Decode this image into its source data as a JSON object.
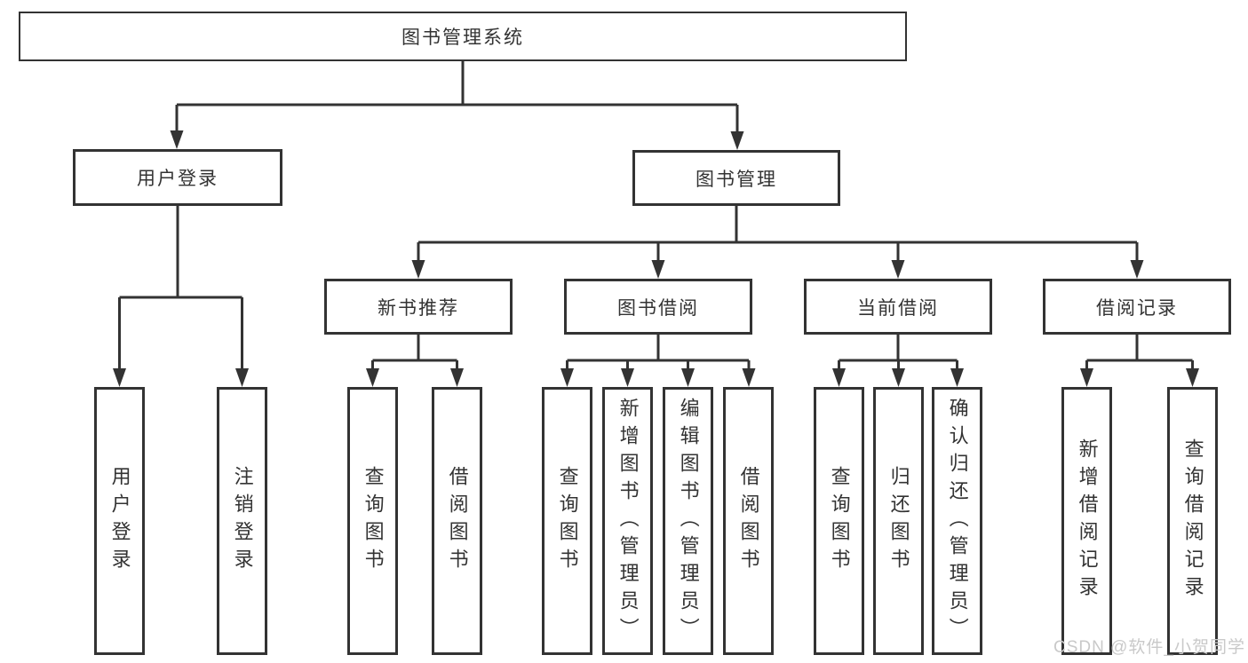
{
  "diagram": {
    "title": "图书管理系统",
    "branches": [
      {
        "label": "用户登录",
        "leaves": [
          "用户登录",
          "注销登录"
        ]
      },
      {
        "label": "图书管理",
        "groups": [
          {
            "label": "新书推荐",
            "leaves": [
              "查询图书",
              "借阅图书"
            ]
          },
          {
            "label": "图书借阅",
            "leaves": [
              "查询图书",
              "新增图书（管理员）",
              "编辑图书（管理员）",
              "借阅图书"
            ]
          },
          {
            "label": "当前借阅",
            "leaves": [
              "查询图书",
              "归还图书",
              "确认归还（管理员）"
            ]
          },
          {
            "label": "借阅记录",
            "leaves": [
              "新增借阅记录",
              "查询借阅记录"
            ]
          }
        ]
      }
    ]
  },
  "watermark": {
    "text": "CSDN @软件_小贺同学"
  },
  "colors": {
    "line": "#333333",
    "text": "#333333",
    "background": "#ffffff",
    "watermark": "#c9c9c9"
  }
}
